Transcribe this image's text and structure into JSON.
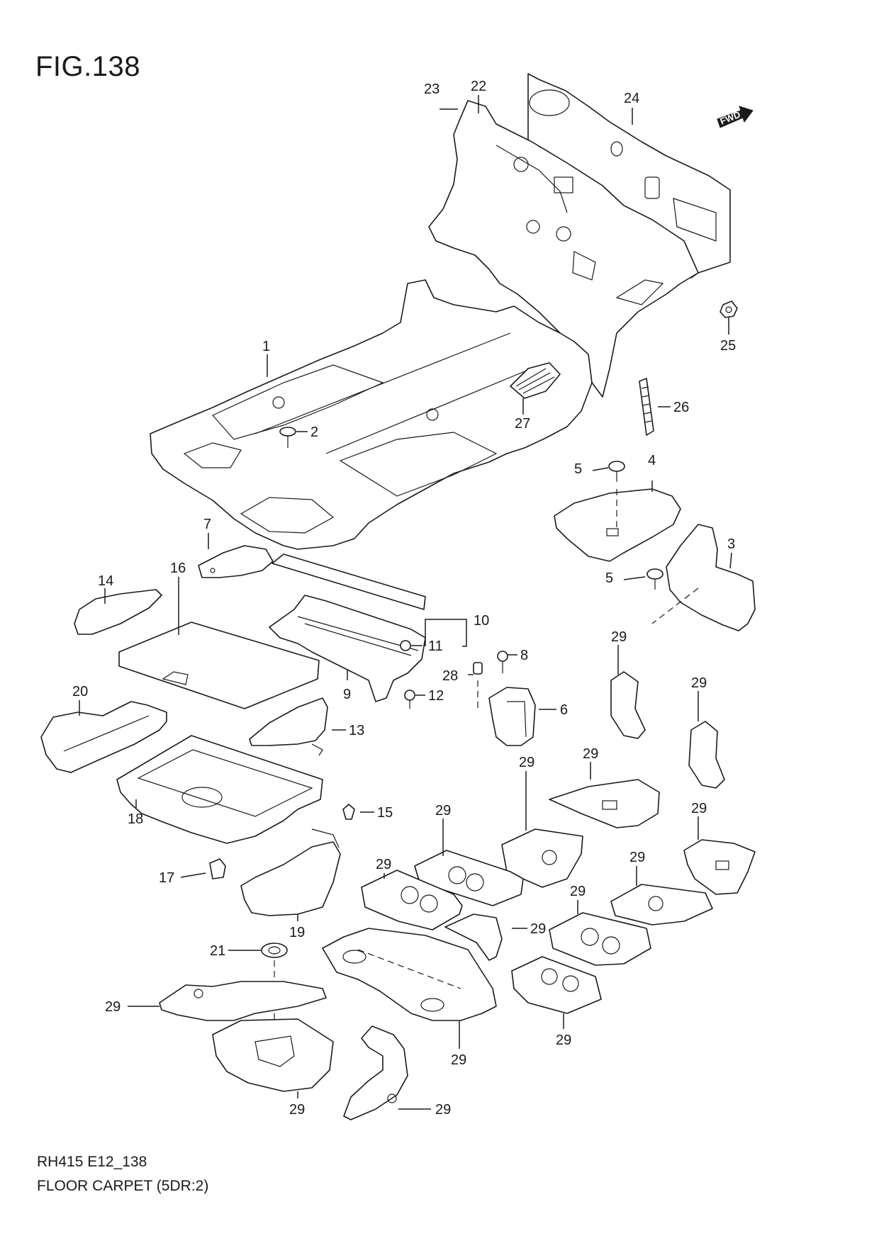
{
  "figure": {
    "title": "FIG.138",
    "code": "RH415 E12_138",
    "name": "FLOOR CARPET (5DR:2)",
    "fwd_label": "FWD"
  },
  "callouts": [
    {
      "num": "1"
    },
    {
      "num": "2"
    },
    {
      "num": "3"
    },
    {
      "num": "4"
    },
    {
      "num": "5"
    },
    {
      "num": "5"
    },
    {
      "num": "6"
    },
    {
      "num": "7"
    },
    {
      "num": "8"
    },
    {
      "num": "9"
    },
    {
      "num": "10"
    },
    {
      "num": "11"
    },
    {
      "num": "12"
    },
    {
      "num": "13"
    },
    {
      "num": "14"
    },
    {
      "num": "15"
    },
    {
      "num": "16"
    },
    {
      "num": "17"
    },
    {
      "num": "18"
    },
    {
      "num": "19"
    },
    {
      "num": "20"
    },
    {
      "num": "21"
    },
    {
      "num": "22"
    },
    {
      "num": "23"
    },
    {
      "num": "24"
    },
    {
      "num": "25"
    },
    {
      "num": "26"
    },
    {
      "num": "27"
    },
    {
      "num": "28"
    },
    {
      "num": "29"
    },
    {
      "num": "29"
    },
    {
      "num": "29"
    },
    {
      "num": "29"
    },
    {
      "num": "29"
    },
    {
      "num": "29"
    },
    {
      "num": "29"
    },
    {
      "num": "29"
    },
    {
      "num": "29"
    },
    {
      "num": "29"
    },
    {
      "num": "29"
    },
    {
      "num": "29"
    },
    {
      "num": "29"
    },
    {
      "num": "29"
    },
    {
      "num": "29"
    }
  ]
}
